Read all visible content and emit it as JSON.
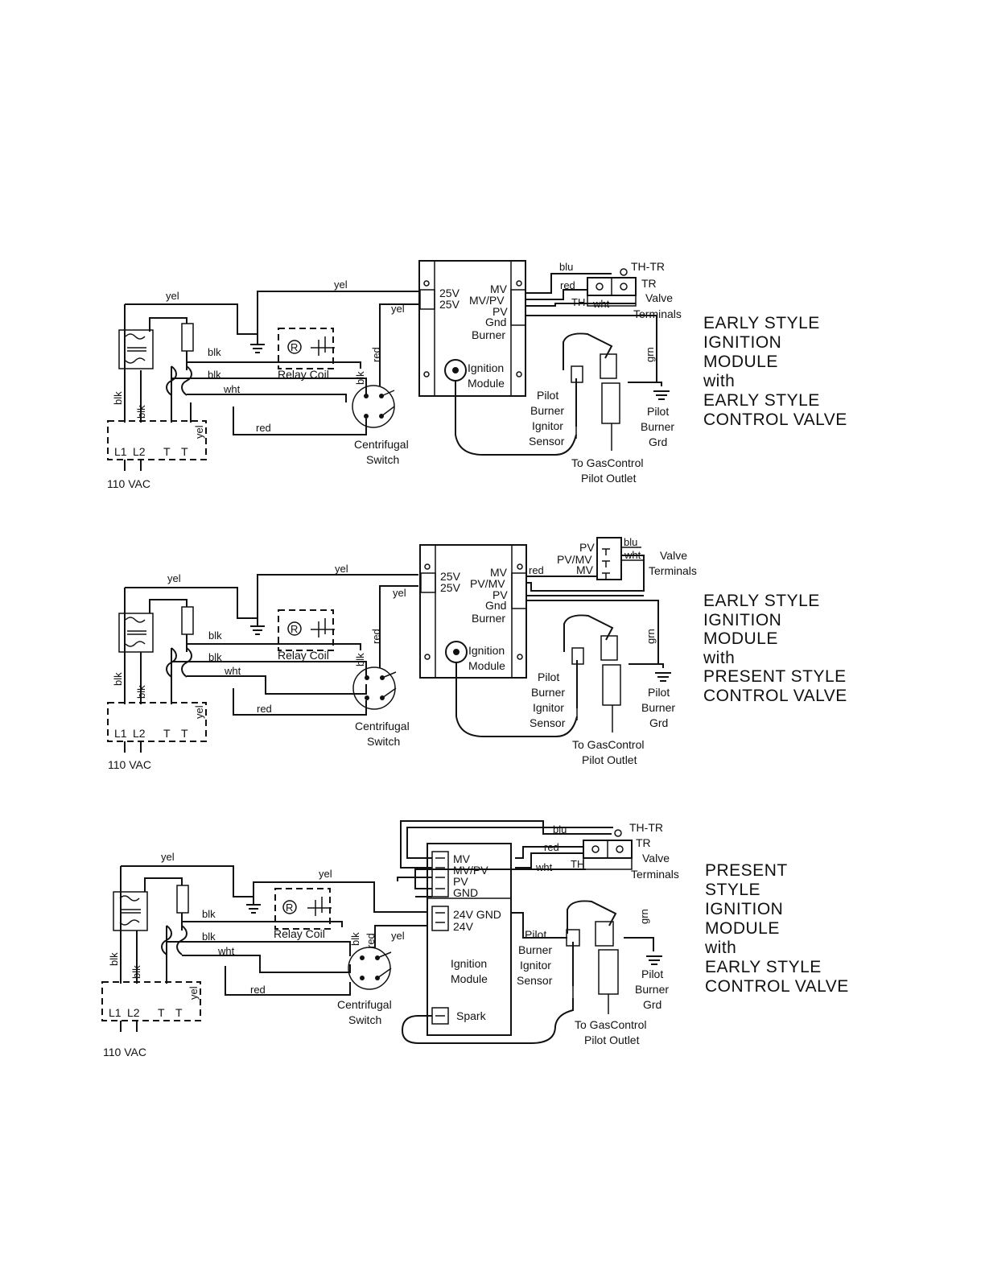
{
  "diagrams": [
    {
      "title_lines": [
        "EARLY STYLE",
        "IGNITION",
        "MODULE",
        "with",
        "EARLY STYLE",
        "CONTROL VALVE"
      ],
      "supply_label": "110 VAC",
      "terminals": [
        "L1",
        "L2",
        "T",
        "T"
      ],
      "wire_labels": {
        "yel_top": "yel",
        "yel_mid": "yel",
        "yel_right": "yel",
        "blk1": "blk",
        "blk2": "blk",
        "wht": "wht",
        "red_bottom": "red",
        "red_vert": "red",
        "blk_vert": "blk",
        "blk_left": "blk",
        "blk_left2": "blk",
        "yel_term": "yel",
        "grn": "grn"
      },
      "relay_label": "Relay Coil",
      "switch_label": [
        "Centrifugal",
        "Switch"
      ],
      "module_left_terminals": [
        "25V",
        "25V"
      ],
      "module_right_terminals": [
        "MV",
        "MV/PV",
        "PV",
        "Gnd",
        "Burner"
      ],
      "module_label": [
        "Ignition",
        "Module"
      ],
      "valve_wires": [
        "blu",
        "red",
        "TH",
        "wht"
      ],
      "valve_terminal_labels": [
        "TH-TR",
        "TR",
        "Valve",
        "Terminals"
      ],
      "pilot_labels": [
        "Pilot",
        "Burner",
        "Ignitor",
        "Sensor"
      ],
      "pilot_grd_labels": [
        "Pilot",
        "Burner",
        "Grd"
      ],
      "gas_outlet_labels": [
        "To GasControl",
        "Pilot Outlet"
      ]
    },
    {
      "title_lines": [
        "EARLY STYLE",
        "IGNITION",
        "MODULE",
        "with",
        "PRESENT STYLE",
        "CONTROL VALVE"
      ],
      "supply_label": "110 VAC",
      "terminals": [
        "L1",
        "L2",
        "T",
        "T"
      ],
      "wire_labels": {
        "yel_top": "yel",
        "yel_mid": "yel",
        "yel_right": "yel",
        "blk1": "blk",
        "blk2": "blk",
        "wht": "wht",
        "red_bottom": "red",
        "red_vert": "red",
        "blk_vert": "blk",
        "blk_left": "blk",
        "blk_left2": "blk",
        "yel_term": "yel",
        "grn": "grn"
      },
      "relay_label": "Relay Coil",
      "switch_label": [
        "Centrifugal",
        "Switch"
      ],
      "module_left_terminals": [
        "25V",
        "25V"
      ],
      "module_right_terminals": [
        "MV",
        "PV/MV",
        "PV",
        "Gnd",
        "Burner"
      ],
      "module_label": [
        "Ignition",
        "Module"
      ],
      "valve_wires": [
        "blu",
        "wht",
        "red"
      ],
      "valve_terminal_labels": [
        "PV",
        "PV/MV",
        "MV",
        "Valve",
        "Terminals"
      ],
      "pilot_labels": [
        "Pilot",
        "Burner",
        "Ignitor",
        "Sensor"
      ],
      "pilot_grd_labels": [
        "Pilot",
        "Burner",
        "Grd"
      ],
      "gas_outlet_labels": [
        "To GasControl",
        "Pilot Outlet"
      ]
    },
    {
      "title_lines": [
        "PRESENT",
        "STYLE",
        "IGNITION",
        "MODULE",
        "with",
        "EARLY STYLE",
        "CONTROL VALVE"
      ],
      "supply_label": "110 VAC",
      "terminals": [
        "L1",
        "L2",
        "T",
        "T"
      ],
      "wire_labels": {
        "yel_top": "yel",
        "yel_mid": "yel",
        "yel_right": "yel",
        "blk1": "blk",
        "blk2": "blk",
        "wht": "wht",
        "red_bottom": "red",
        "red_vert": "red",
        "blk_vert": "blk",
        "blk_left": "blk",
        "blk_left2": "blk",
        "yel_term": "yel",
        "grn": "grn"
      },
      "relay_label": "Relay Coil",
      "switch_label": [
        "Centrifugal",
        "Switch"
      ],
      "module_top_terminals": [
        "MV",
        "MV/PV",
        "PV",
        "GND"
      ],
      "module_power_terminals": [
        "24V GND",
        "24V"
      ],
      "module_label": [
        "Ignition",
        "Module"
      ],
      "spark_label": "Spark",
      "valve_wires": [
        "blu",
        "red",
        "wht",
        "TH"
      ],
      "valve_terminal_labels": [
        "TH-TR",
        "TR",
        "Valve",
        "Terminals"
      ],
      "pilot_labels": [
        "Pilot",
        "Burner",
        "Ignitor",
        "Sensor"
      ],
      "pilot_grd_labels": [
        "Pilot",
        "Burner",
        "Grd"
      ],
      "gas_outlet_labels": [
        "To GasControl",
        "Pilot Outlet"
      ]
    }
  ]
}
